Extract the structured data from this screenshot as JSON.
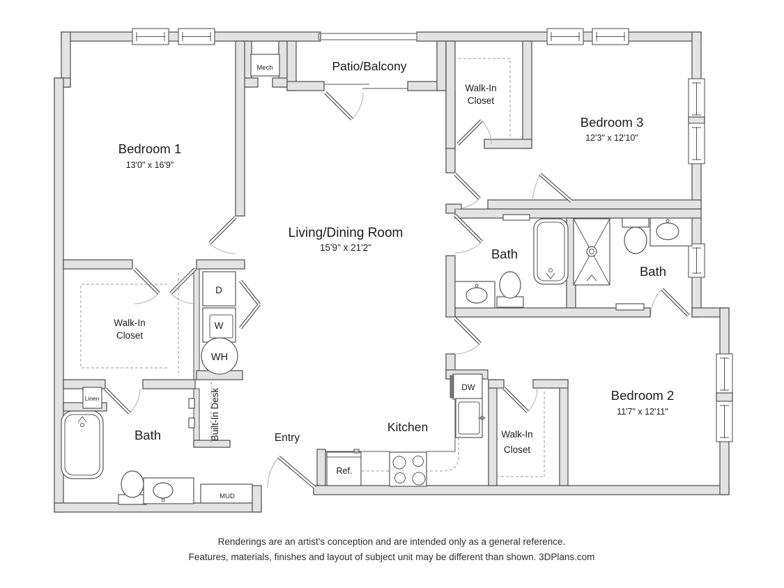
{
  "rooms": {
    "bedroom1": {
      "name": "Bedroom 1",
      "dims": "13'0\" x 16'9\""
    },
    "bedroom2": {
      "name": "Bedroom 2",
      "dims": "11'7\" x 12'11\""
    },
    "bedroom3": {
      "name": "Bedroom 3",
      "dims": "12'3\" x 12'10\""
    },
    "living": {
      "name": "Living/Dining Room",
      "dims": "15'9\" x 21'2\""
    },
    "patio": {
      "name": "Patio/Balcony"
    },
    "kitchen": {
      "name": "Kitchen"
    },
    "entry": {
      "name": "Entry"
    },
    "bath_hall": {
      "name": "Bath"
    },
    "bath_master": {
      "name": "Bath"
    },
    "bath_lower": {
      "name": "Bath"
    },
    "wic_top": {
      "line1": "Walk-In",
      "line2": "Closet"
    },
    "wic_left": {
      "line1": "Walk-In",
      "line2": "Closet"
    },
    "wic_bottom": {
      "line1": "Walk-In",
      "line2": "Closet"
    },
    "mech": {
      "name": "Mech"
    },
    "linen": {
      "name": "Linen"
    },
    "desk": {
      "name": "Built-In Desk"
    },
    "mud": {
      "name": "MUD"
    }
  },
  "appliances": {
    "fridge": {
      "label": "Ref."
    },
    "dishwasher": {
      "label": "DW"
    },
    "dryer": {
      "label": "D"
    },
    "washer": {
      "label": "W"
    },
    "water_heater": {
      "label": "WH"
    }
  },
  "footer": {
    "line1": "Renderings are an artist's conception and are intended only as a general reference.",
    "line2": "Features, materials, finishes and layout of subject unit may be different than shown. 3DPlans.com"
  },
  "colors": {
    "wall_fill": "#e3e3e3",
    "wall_outline": "#4a4a4a",
    "label_text": "#1c1c1c",
    "dashed_lines": "#999999"
  }
}
